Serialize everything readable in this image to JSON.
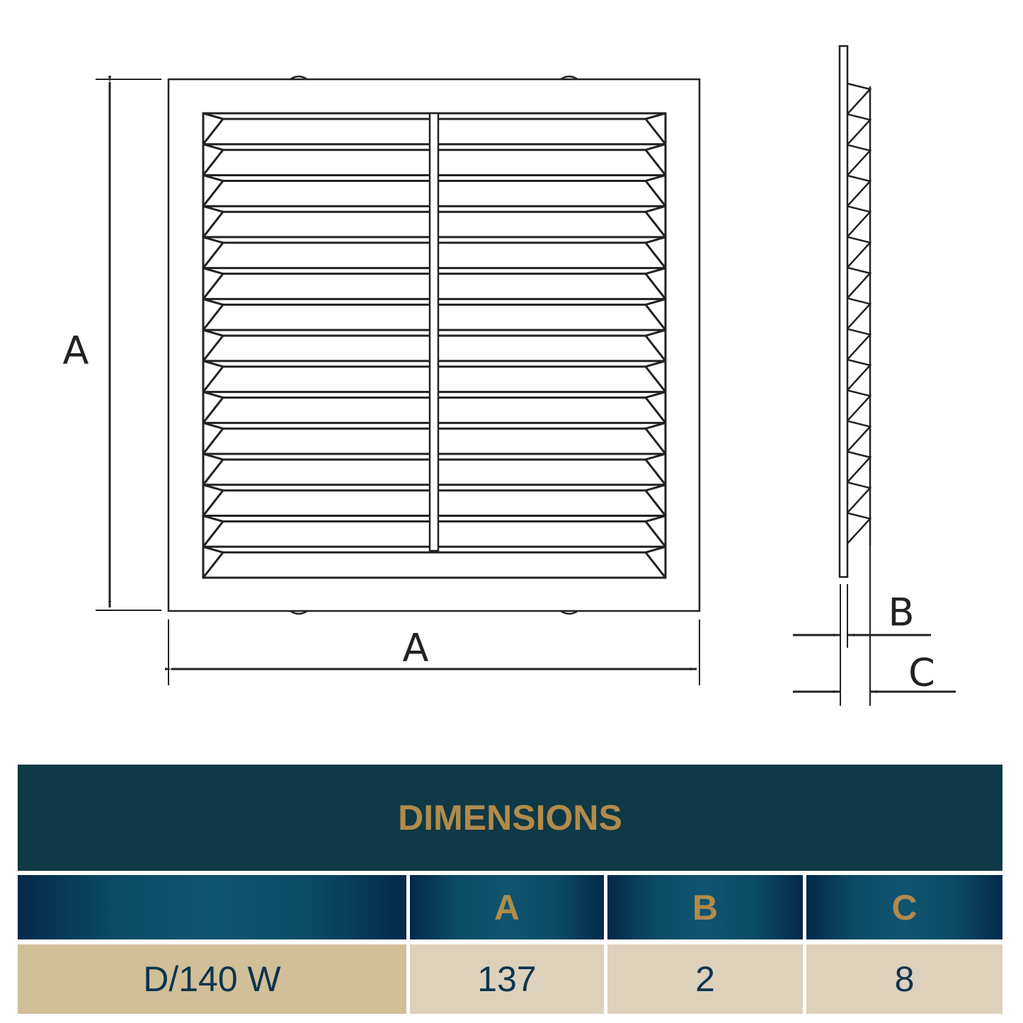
{
  "diagram": {
    "front_width_label": "A",
    "front_height_label": "A",
    "side_label_b": "B",
    "side_label_c": "C",
    "louver_count": 15
  },
  "table": {
    "title": "DIMENSIONS",
    "columns": [
      "",
      "A",
      "B",
      "C"
    ],
    "rows": [
      {
        "model": "D/140 W",
        "a": "137",
        "b": "2",
        "c": "8"
      }
    ]
  },
  "colors": {
    "header_bg": "#0f3946",
    "gold": "#b18b4b",
    "text": "#0d3550",
    "model_bg": "#d1bf98",
    "value_bg": "#ddd1bc"
  }
}
